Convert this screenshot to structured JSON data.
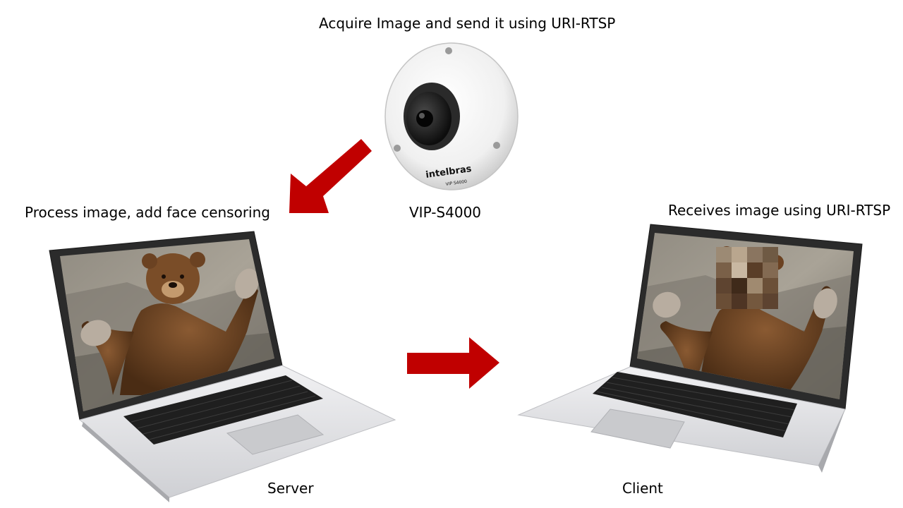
{
  "labels": {
    "camera_action": "Acquire Image and send it using URI-RTSP",
    "server_action": "Process image, add face censoring",
    "camera_model": "VIP-S4000",
    "client_action": "Receives image using URI-RTSP",
    "server_name": "Server",
    "client_name": "Client"
  },
  "camera": {
    "brand": "intelbras",
    "model_small": "VIP S4000"
  },
  "colors": {
    "arrow": "#c00000",
    "text": "#000000"
  }
}
